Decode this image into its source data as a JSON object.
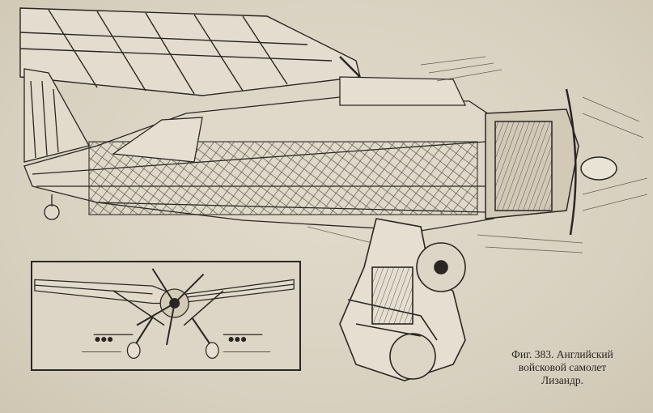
{
  "caption": {
    "line1": "Фиг. 383.  Английский",
    "line2": "войсковой самолет",
    "line3": "Лизандр."
  },
  "colors": {
    "paper": "#dcd4c4",
    "ink": "#2a2622"
  }
}
